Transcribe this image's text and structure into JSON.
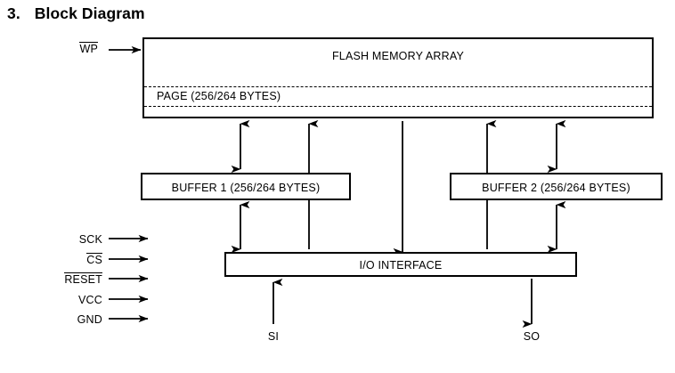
{
  "heading": {
    "number": "3.",
    "title": "Block Diagram"
  },
  "blocks": {
    "flash_array": {
      "title": "FLASH MEMORY ARRAY",
      "page_label": "PAGE (256/264 BYTES)"
    },
    "buffer1": {
      "label": "BUFFER 1 (256/264 BYTES)"
    },
    "buffer2": {
      "label": "BUFFER 2 (256/264 BYTES)"
    },
    "io_interface": {
      "label": "I/O INTERFACE"
    }
  },
  "pins": {
    "write_protect": {
      "label": "WP",
      "overline": true
    },
    "left_inputs": [
      {
        "label": "SCK",
        "overline": false
      },
      {
        "label": "CS",
        "overline": true
      },
      {
        "label": "RESET",
        "overline": true
      },
      {
        "label": "VCC",
        "overline": false
      },
      {
        "label": "GND",
        "overline": false
      }
    ],
    "serial_in": {
      "label": "SI"
    },
    "serial_out": {
      "label": "SO"
    }
  },
  "colors": {
    "line": "#000000",
    "background": "#ffffff"
  }
}
